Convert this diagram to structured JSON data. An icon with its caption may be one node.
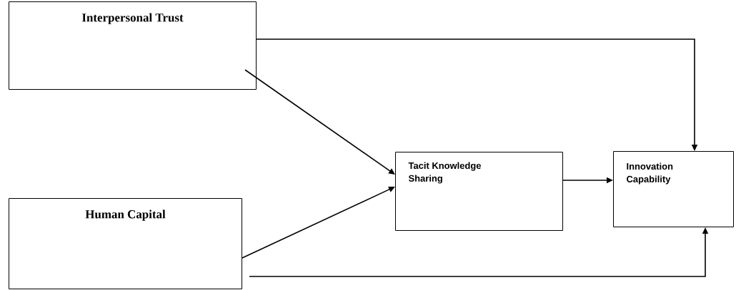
{
  "diagram": {
    "nodes": [
      {
        "text": [
          "Interpersonal Trust"
        ]
      },
      {
        "text": [
          "Human Capital"
        ]
      },
      {
        "text": [
          "Tacit Knowledge Sharing"
        ]
      },
      {
        "text": [
          "Innovation Capability"
        ]
      }
    ],
    "edges": [
      {
        "from": 0,
        "to": 3,
        "arrow": "to"
      },
      {
        "from": 0,
        "to": 2,
        "arrow": "to"
      },
      {
        "from": 1,
        "to": 2,
        "arrow": "to"
      },
      {
        "from": 2,
        "to": 3,
        "arrow": "to"
      },
      {
        "from": 1,
        "to": 3,
        "arrow": "to"
      }
    ]
  }
}
